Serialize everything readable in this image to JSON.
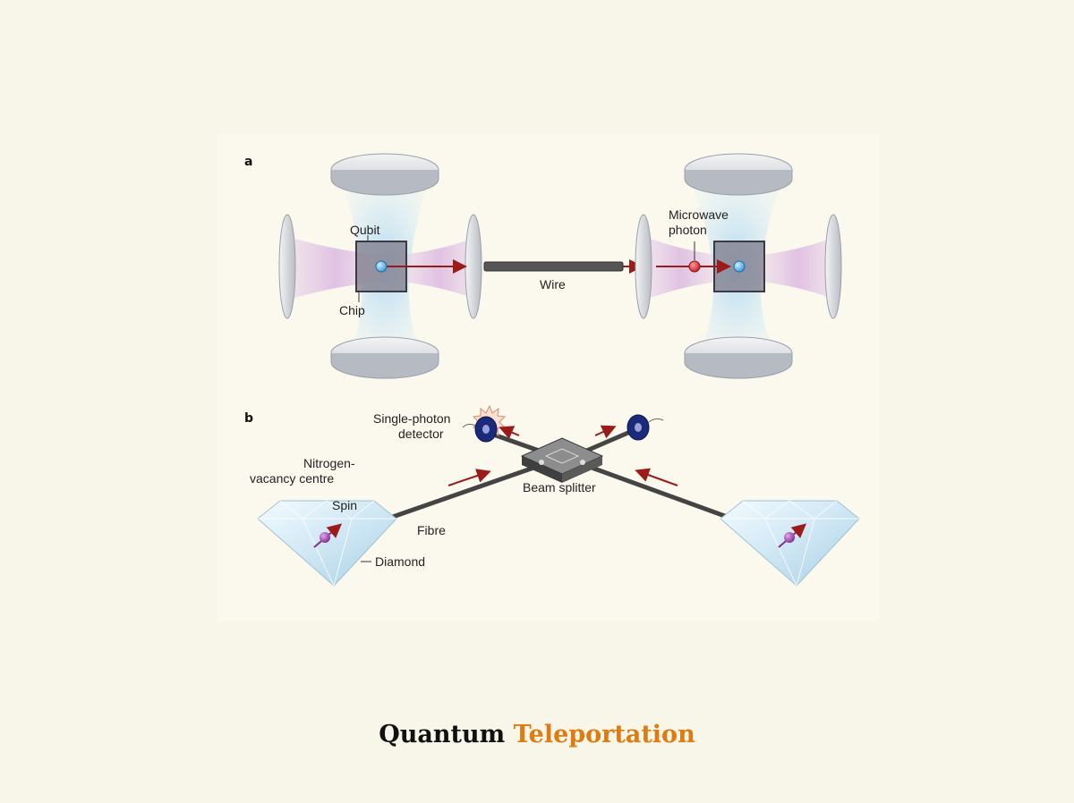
{
  "colors": {
    "background": "#f8f6e8",
    "title_primary": "#111111",
    "title_accent": "#e07b12",
    "arrow": "#9b1b1b",
    "qubit": "#5db3ea",
    "photon": "#d6343a",
    "spin": "#8a3a9a",
    "detector": "#1b2a7a"
  },
  "panel_a": {
    "letter": "a",
    "labels": {
      "qubit": "Qubit",
      "chip": "Chip",
      "wire": "Wire",
      "microwave_line1": "Microwave",
      "microwave_line2": "photon"
    }
  },
  "panel_b": {
    "letter": "b",
    "labels": {
      "detector_line1": "Single-photon",
      "detector_line2": "detector",
      "nv_line1": "Nitrogen-",
      "nv_line2": "vacancy centre",
      "spin": "Spin",
      "fibre": "Fibre",
      "diamond": "Diamond",
      "beam_splitter": "Beam splitter"
    }
  },
  "title": {
    "word1": "Quantum",
    "word2": "Teleportation"
  }
}
